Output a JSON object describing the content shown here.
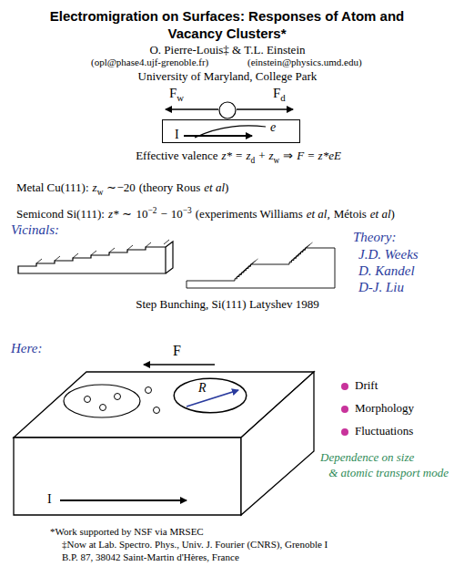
{
  "diagram": {
    "title": "Electromigration on Surfaces: Responses of Atom and Vacancy Clusters*",
    "nodes": [
      {
        "text": [
          "e",
          "I"
        ]
      },
      {
        "text": [
          "R"
        ]
      }
    ],
    "labels": [
      "O. Pierre-Louis‡ & T.L. Einstein",
      "(opl@phase4.ujf-grenoble.fr)",
      "(einstein@physics.umd.edu)",
      "University of Maryland, College Park",
      "F",
      "w",
      "F",
      "d",
      "Effective valence",
      "z*",
      "=",
      "z",
      "d",
      "+",
      "z",
      "w",
      "⇒",
      "F",
      "=",
      "z*eE",
      "Metal Cu(111):",
      "z",
      "w",
      "∼−20",
      "(theory Rous",
      "et al",
      ")",
      "Semicond Si(111):",
      "z*",
      "∼",
      "10",
      "−2",
      "−",
      "10",
      "−3",
      "(experiments Williams",
      "et al,",
      "Métois",
      "et al",
      ")",
      "Vicinals:",
      "Theory:",
      "J.D. Weeks",
      "D. Kandel",
      "D-J. Liu",
      "Step Bunching, Si(111) Latyshev 1989",
      "Here:",
      "F",
      "I",
      "Drift",
      "Morphology",
      "Fluctuations",
      "Dependence on size",
      "& atomic transport mode",
      "*Work supported by NSF via MRSEC",
      "‡Now at Lab. Spectro. Phys., Univ. J. Fourier (CNRS), Grenoble I",
      "B.P. 87, 38042 Saint-Martin d'Hères, France"
    ]
  }
}
